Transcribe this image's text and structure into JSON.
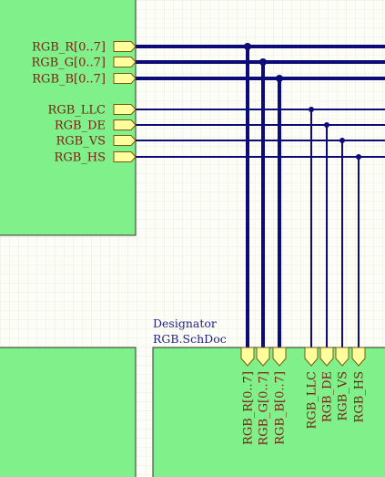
{
  "colors": {
    "background": "#fdfdf7",
    "grid": "#ecebe2",
    "sheet_fill": "#80f08a",
    "sheet_border": "#333333",
    "wire": "#0b0b7a",
    "port_fill": "#fffd9c",
    "port_border": "#7a5a10",
    "pin_text": "#7a1f12",
    "sheet_text": "#1f1f8a"
  },
  "upper_block": {
    "ports": [
      {
        "name": "RGB_R[0..7]",
        "bus": true
      },
      {
        "name": "RGB_G[0..7]",
        "bus": true
      },
      {
        "name": "RGB_B[0..7]",
        "bus": true
      },
      {
        "name": "RGB_LLC",
        "bus": false
      },
      {
        "name": "RGB_DE",
        "bus": false
      },
      {
        "name": "RGB_VS",
        "bus": false
      },
      {
        "name": "RGB_HS",
        "bus": false
      }
    ]
  },
  "sheet_symbol": {
    "designator": "Designator",
    "filename": "RGB.SchDoc",
    "entries": [
      {
        "name": "RGB_R[0..7]",
        "bus": true
      },
      {
        "name": "RGB_G[0..7]",
        "bus": true
      },
      {
        "name": "RGB_B[0..7]",
        "bus": true
      },
      {
        "name": "RGB_LLC",
        "bus": false
      },
      {
        "name": "RGB_DE",
        "bus": false
      },
      {
        "name": "RGB_VS",
        "bus": false
      },
      {
        "name": "RGB_HS",
        "bus": false
      }
    ]
  }
}
